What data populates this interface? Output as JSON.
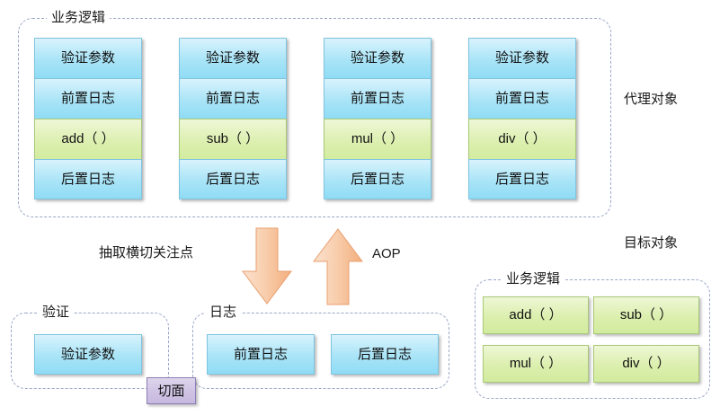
{
  "diagram": {
    "title_hidden": "",
    "proxy_section": {
      "group_label": "业务逻辑",
      "side_caption": "代理对象",
      "stacks": [
        {
          "cells": [
            {
              "text": "验证参数",
              "kind": "blue"
            },
            {
              "text": "前置日志",
              "kind": "blue"
            },
            {
              "text": "add（ ）",
              "kind": "green"
            },
            {
              "text": "后置日志",
              "kind": "blue"
            }
          ]
        },
        {
          "cells": [
            {
              "text": "验证参数",
              "kind": "blue"
            },
            {
              "text": "前置日志",
              "kind": "blue"
            },
            {
              "text": "sub（ ）",
              "kind": "green"
            },
            {
              "text": "后置日志",
              "kind": "blue"
            }
          ]
        },
        {
          "cells": [
            {
              "text": "验证参数",
              "kind": "blue"
            },
            {
              "text": "前置日志",
              "kind": "blue"
            },
            {
              "text": "mul（ ）",
              "kind": "green"
            },
            {
              "text": "后置日志",
              "kind": "blue"
            }
          ]
        },
        {
          "cells": [
            {
              "text": "验证参数",
              "kind": "blue"
            },
            {
              "text": "前置日志",
              "kind": "blue"
            },
            {
              "text": "div（ ）",
              "kind": "green"
            },
            {
              "text": "后置日志",
              "kind": "blue"
            }
          ]
        }
      ]
    },
    "middle": {
      "extract_label": "抽取横切关注点",
      "aop_label": "AOP",
      "down_arrow_name": "down-arrow",
      "up_arrow_name": "up-arrow",
      "arrow_color": "#f5b183"
    },
    "aspect_section": {
      "validation_group_label": "验证",
      "log_group_label": "日志",
      "aspect_badge": "切面",
      "validation_boxes": [
        "验证参数"
      ],
      "log_boxes": [
        "前置日志",
        "后置日志"
      ]
    },
    "target_section": {
      "side_caption": "目标对象",
      "group_label": "业务逻辑",
      "methods": [
        "add（ ）",
        "sub（ ）",
        "mul（ ）",
        "div（ ）"
      ]
    }
  },
  "colors": {
    "blue_fill": "#a9e4f7",
    "blue_border": "#7fc4e0",
    "green_fill": "#dcefae",
    "green_border": "#a8c878",
    "purple_fill": "#cfc3e4",
    "dashed_border": "#9aa7c7",
    "arrow_orange": "#f5b183"
  }
}
